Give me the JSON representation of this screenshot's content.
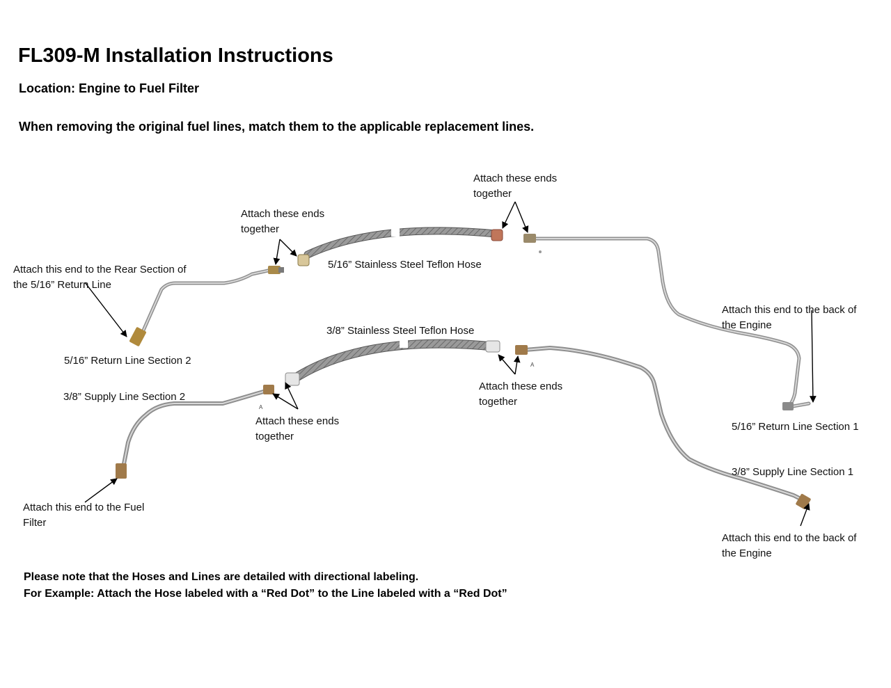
{
  "header": {
    "title": "FL309-M Installation Instructions",
    "location": "Location: Engine to Fuel Filter",
    "instruction": "When removing the original fuel lines, match them to the applicable replacement lines."
  },
  "labels": {
    "attach_top_left": [
      "Attach these ends",
      "together"
    ],
    "attach_top_right": [
      "Attach these ends",
      "together"
    ],
    "attach_rear_section": [
      "Attach this end to the Rear Section of",
      "the 5/16” Return Line"
    ],
    "hose_5_16": "5/16” Stainless Steel Teflon Hose",
    "return_section_2": "5/16” Return Line Section 2",
    "hose_3_8": "3/8” Stainless Steel Teflon Hose",
    "attach_engine_top": [
      "Attach this end to the back of",
      "the Engine"
    ],
    "attach_mid_right": [
      "Attach these ends",
      "together"
    ],
    "supply_section_2": "3/8” Supply Line Section 2",
    "attach_mid_left": [
      "Attach these ends",
      "together"
    ],
    "return_section_1": "5/16” Return Line Section 1",
    "supply_section_1": "3/8” Supply Line Section 1",
    "attach_fuel_filter": [
      "Attach this end to the Fuel",
      "Filter"
    ],
    "attach_engine_bottom": [
      "Attach this end to the back of",
      "the Engine"
    ],
    "tag_letter": "A"
  },
  "notes": {
    "line1": "Please note that the Hoses and Lines are detailed with directional labeling.",
    "line2": "For Example: Attach the Hose labeled with a “Red Dot” to the Line labeled with a “Red Dot”"
  },
  "colors": {
    "tube": "#a8a8a8",
    "hose": "#8a8a8a",
    "fitting_brass": "#b08a3c",
    "fitting_red": "#c0765a"
  }
}
